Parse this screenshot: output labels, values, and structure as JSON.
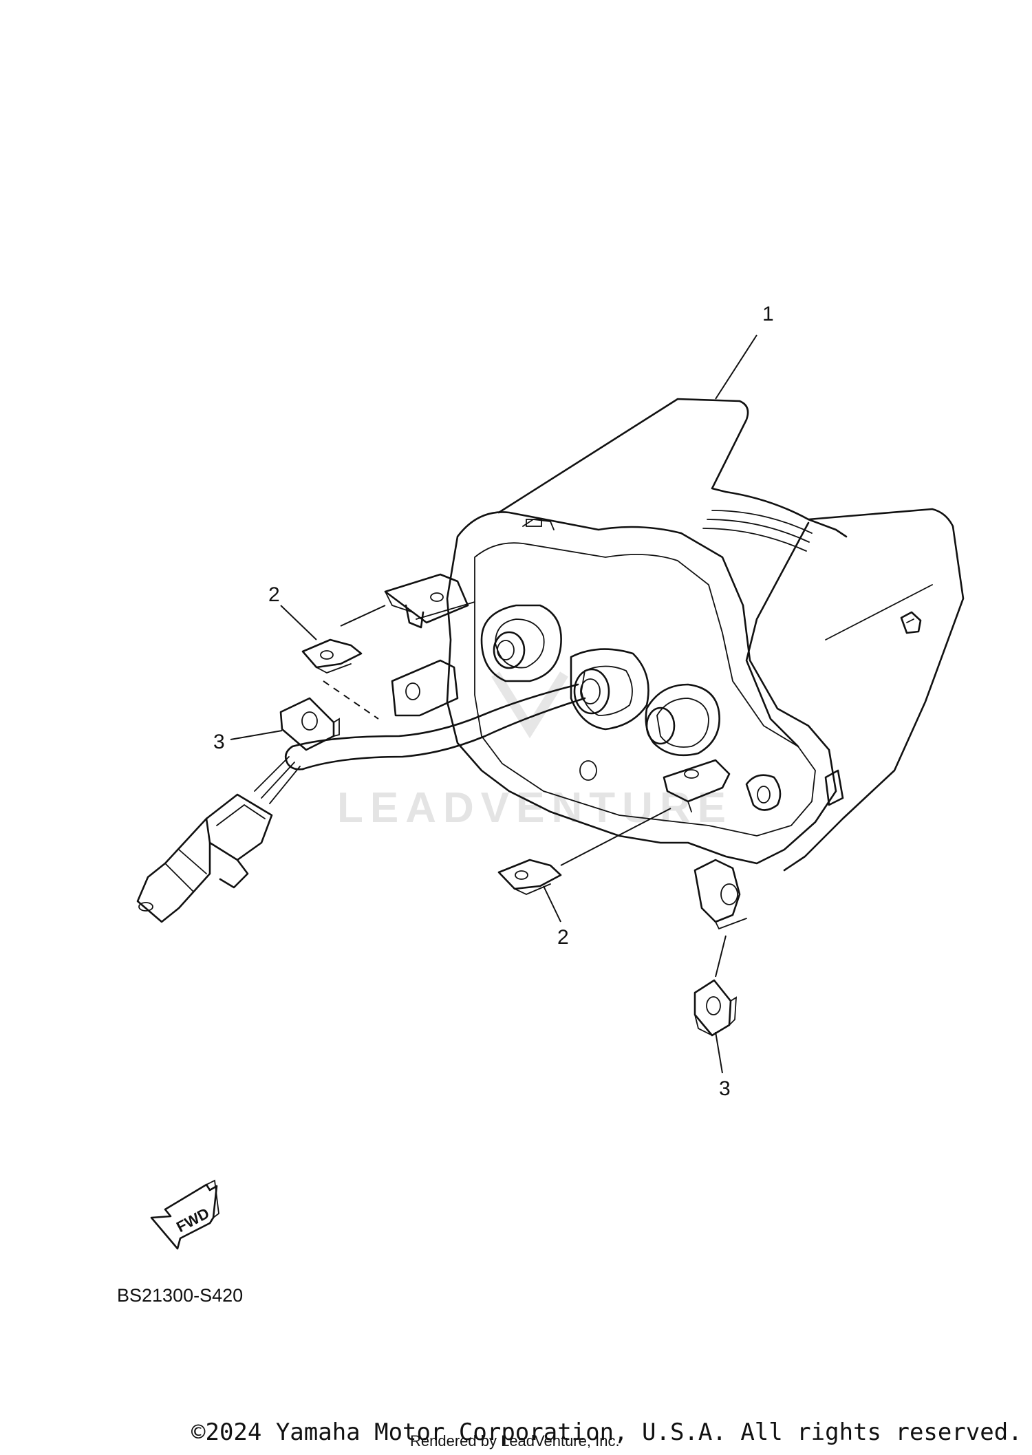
{
  "diagram": {
    "callouts": {
      "part_1": "1",
      "part_2_top": "2",
      "part_2_bottom": "2",
      "part_3_left": "3",
      "part_3_right": "3"
    },
    "fwd_label": "FWD",
    "watermark": "LEADVENTURE",
    "diagram_code": "BS21300-S420"
  },
  "footer": {
    "copyright": "©2024 Yamaha Motor Corporation, U.S.A. All rights reserved.",
    "rendered_by": "Rendered by LeadVenture, Inc."
  }
}
